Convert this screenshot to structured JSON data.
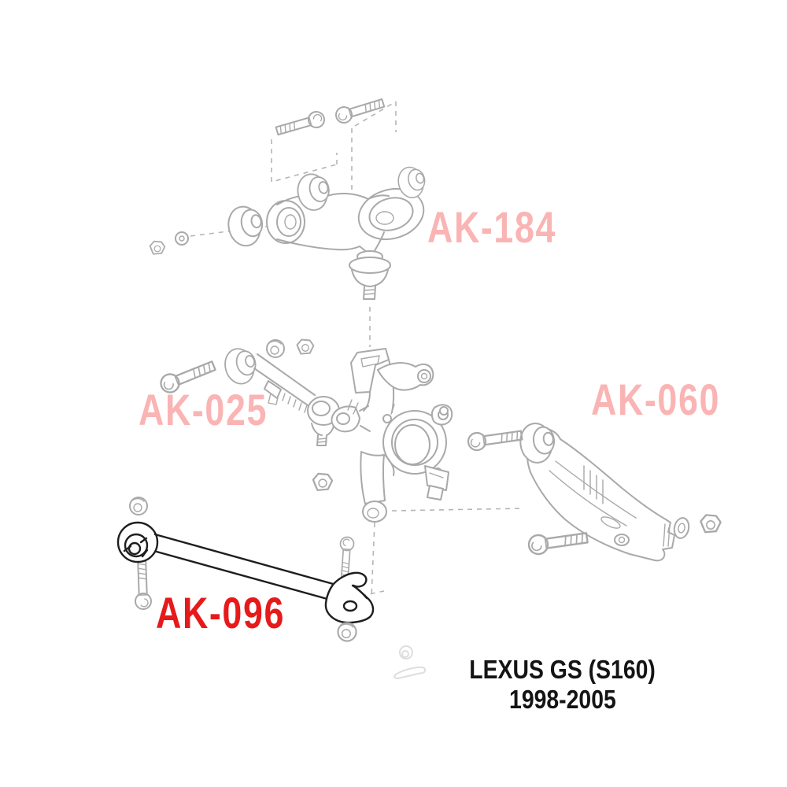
{
  "labels": {
    "ak184": "AK-184",
    "ak025": "AK-025",
    "ak060": "AK-060",
    "ak096": "AK-096"
  },
  "caption": {
    "line1": "LEXUS GS (S160)",
    "line2": "1998-2005"
  },
  "colors": {
    "line_art_gray": "#a9a9a9",
    "highlighted_part_dark": "#1e1e1e",
    "label_pink": "#fab4b4",
    "label_red": "#e61a1a",
    "caption_text": "#141414",
    "background": "#ffffff"
  }
}
